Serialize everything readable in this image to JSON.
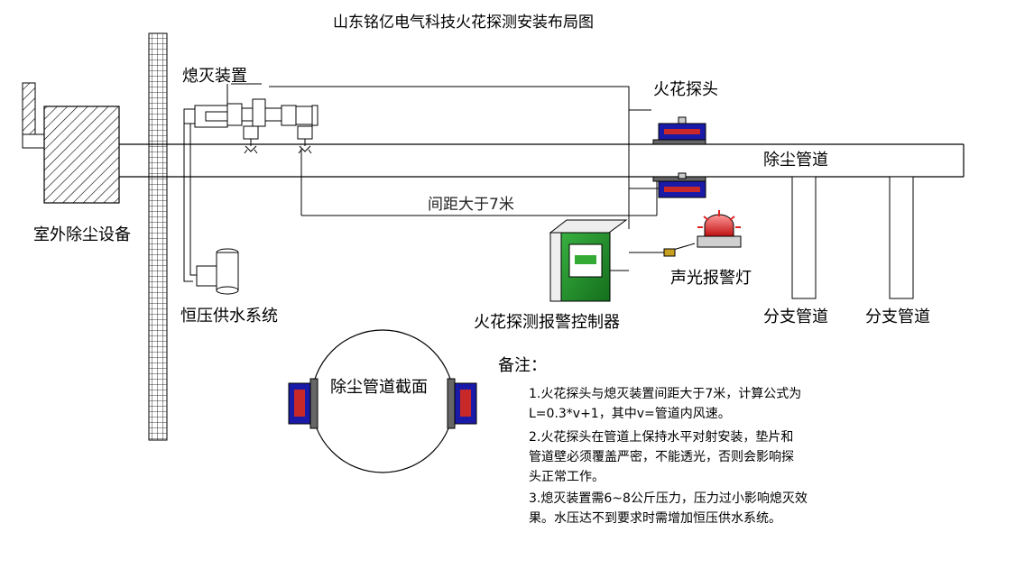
{
  "title": "山东铭亿电气科技火花探测安装布局图",
  "labels": {
    "outdoor_equipment": "室外除尘设备",
    "extinguisher": "熄灭装置",
    "spark_detector": "火花探头",
    "main_duct": "除尘管道",
    "distance": "间距大于7米",
    "alarm_light": "声光报警灯",
    "water_system": "恒压供水系统",
    "controller": "火花探测报警控制器",
    "branch_duct_1": "分支管道",
    "branch_duct_2": "分支管道",
    "section": "除尘管道截面"
  },
  "notes": {
    "heading": "备注：",
    "items": [
      "1.火花探头与熄灭装置间距大于7米，计算公式为L=0.3*v+1，其中v=管道内风速。",
      "2.火花探头在管道上保持水平对射安装，垫片和管道壁必须覆盖严密，不能透光，否则会影响探头正常工作。",
      "3.熄灭装置需6~8公斤压力，压力过小影响熄灭效果。水压达不到要求时需增加恒压供水系统。"
    ]
  },
  "colors": {
    "line": "#000000",
    "detector_body": "#1a1aa8",
    "detector_flange": "#c82828",
    "controller_green": "#1f8a2a",
    "alarm_red": "#e02020"
  }
}
